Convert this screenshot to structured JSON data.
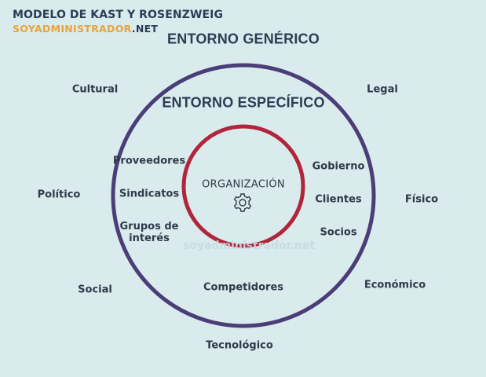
{
  "header": {
    "title": "MODELO DE KAST Y ROSENZWEIG",
    "brand_main": "SOYADMINISTRADOR",
    "brand_suffix": ".NET"
  },
  "diagram": {
    "generic_heading": "ENTORNO GENÉRICO",
    "specific_heading": "ENTORNO ESPECÍFICO",
    "center_label": "ORGANIZACIÓN",
    "watermark": "soyadministrador.net",
    "generic_factors": {
      "cultural": "Cultural",
      "legal": "Legal",
      "politico": "Político",
      "fisico": "Físico",
      "social": "Social",
      "economico": "Económico",
      "tecnologico": "Tecnológico"
    },
    "specific_factors": {
      "proveedores": "Proveedores",
      "sindicatos": "Sindicatos",
      "grupos": "Grupos de interés",
      "gobierno": "Gobierno",
      "clientes": "Clientes",
      "socios": "Socios",
      "competidores": "Competidores"
    }
  },
  "colors": {
    "outer_ring": "#4a3d78",
    "inner_ring": "#b0253a",
    "background": "#d9ebec",
    "accent": "#e7a33c"
  }
}
